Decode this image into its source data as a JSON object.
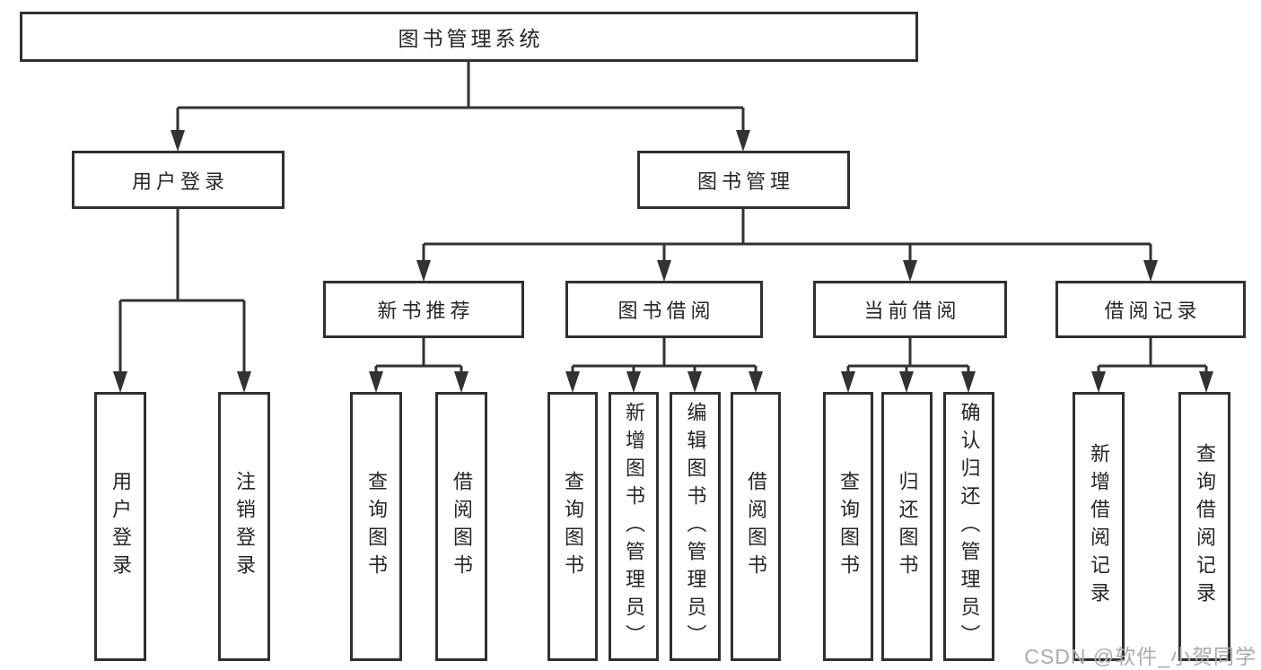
{
  "colors": {
    "line": "#323232",
    "box_border": "#303030",
    "text": "#262626",
    "watermark": "#ababab",
    "background": "#ffffff"
  },
  "tree": {
    "label": "图书管理系统",
    "children": [
      {
        "label": "用户登录",
        "children": [
          {
            "label": "用户登录"
          },
          {
            "label": "注销登录"
          }
        ]
      },
      {
        "label": "图书管理",
        "children": [
          {
            "label": "新书推荐",
            "children": [
              {
                "label": "查询图书"
              },
              {
                "label": "借阅图书"
              }
            ]
          },
          {
            "label": "图书借阅",
            "children": [
              {
                "label": "查询图书"
              },
              {
                "label": "新增图书（管理员）"
              },
              {
                "label": "编辑图书（管理员）"
              },
              {
                "label": "借阅图书"
              }
            ]
          },
          {
            "label": "当前借阅",
            "children": [
              {
                "label": "查询图书"
              },
              {
                "label": "归还图书"
              },
              {
                "label": "确认归还（管理员）"
              }
            ]
          },
          {
            "label": "借阅记录",
            "children": [
              {
                "label": "新增借阅记录"
              },
              {
                "label": "查询借阅记录"
              }
            ]
          }
        ]
      }
    ]
  },
  "watermark": {
    "text": "CSDN @软件_小贺同学"
  }
}
